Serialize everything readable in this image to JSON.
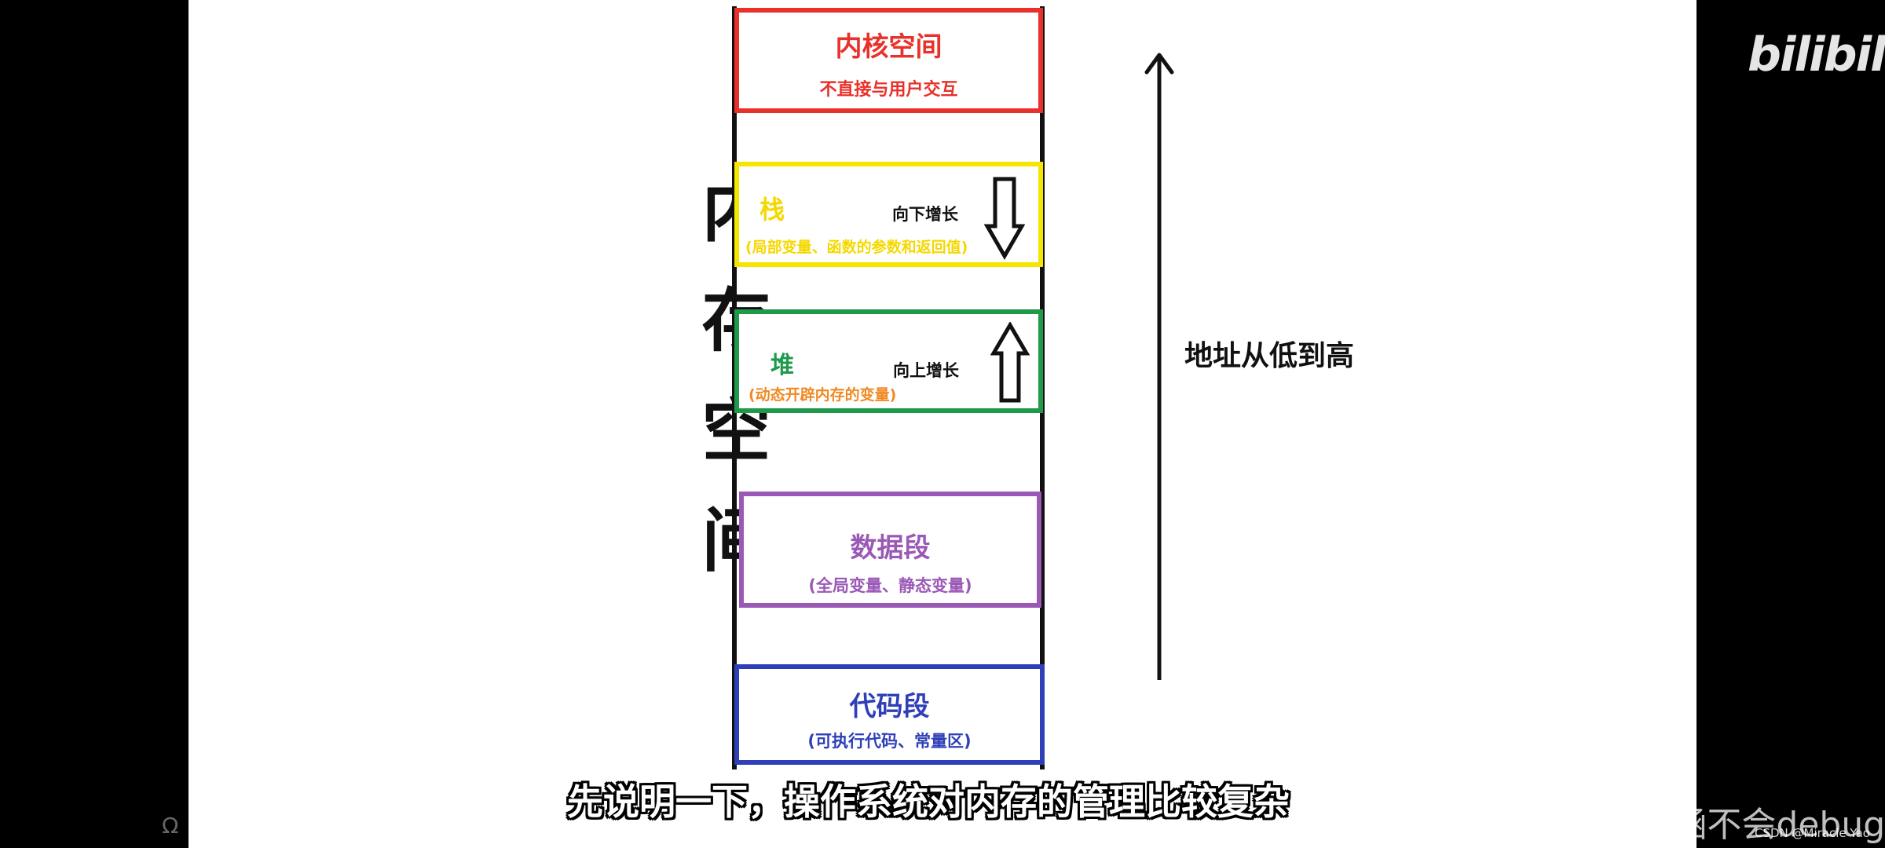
{
  "title_chars": [
    "内",
    "存",
    "空",
    "间"
  ],
  "segments": {
    "kernel": {
      "name": "内核空间",
      "desc": "不直接与用户交互"
    },
    "stack": {
      "name": "栈",
      "desc": "(局部变量、函数的参数和返回值)",
      "growth": "向下增长"
    },
    "heap": {
      "name": "堆",
      "desc": "(动态开辟内存的变量)",
      "growth": "向上增长"
    },
    "data": {
      "name": "数据段",
      "desc": "(全局变量、静态变量)"
    },
    "code": {
      "name": "代码段",
      "desc": "(可执行代码、常量区)"
    }
  },
  "address_label": "地址从低到高",
  "watermark": "bilibili",
  "subtitle": "先说明一下，操作系统对内存的管理比较复杂",
  "csdn_watermark": "CSDN @可涵不会debug",
  "csdn_small": "CSDN @Miracle Yao",
  "colors": {
    "kernel": "#e8312a",
    "stack": "#f5e600",
    "heap": "#1f9a4a",
    "data": "#9b59b6",
    "code": "#2e3fb8",
    "heap_desc": "#f08a24"
  }
}
